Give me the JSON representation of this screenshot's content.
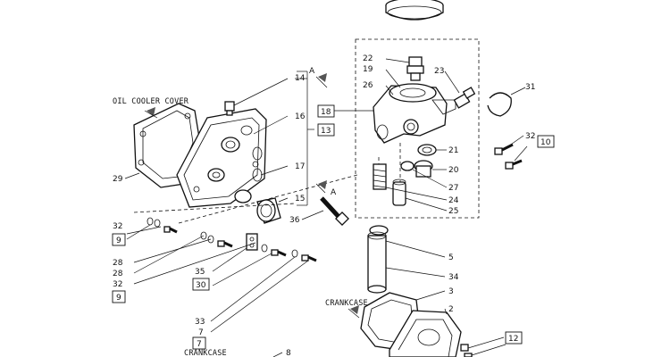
{
  "captions": {
    "oil_cooler_cover": "OIL COOLER COVER",
    "crankcase_right": "CRANKCASE",
    "crankcase_bottom": "CRANKCASE",
    "arrow_a_top": "A",
    "arrow_a_mid": "A"
  },
  "callouts": {
    "c22": "22",
    "c19": "19",
    "c26": "26",
    "c23": "23",
    "c31": "31",
    "c14": "14",
    "c16": "16",
    "c17": "17",
    "c15": "15",
    "c36": "36",
    "c29": "29",
    "c21": "21",
    "c20": "20",
    "c27": "27",
    "c24": "24",
    "c25": "25",
    "c32a": "32",
    "c32b": "32",
    "c28a": "28",
    "c28b": "28",
    "c32c": "32",
    "c35": "35",
    "c33": "33",
    "c7": "7",
    "c5": "5",
    "c34": "34",
    "c3": "3",
    "c2": "2",
    "c8": "8"
  },
  "boxed_refs": {
    "b18": "18",
    "b13": "13",
    "b10": "10",
    "b9a": "9",
    "b9b": "9",
    "b30": "30",
    "b7": "7",
    "b12": "12"
  }
}
